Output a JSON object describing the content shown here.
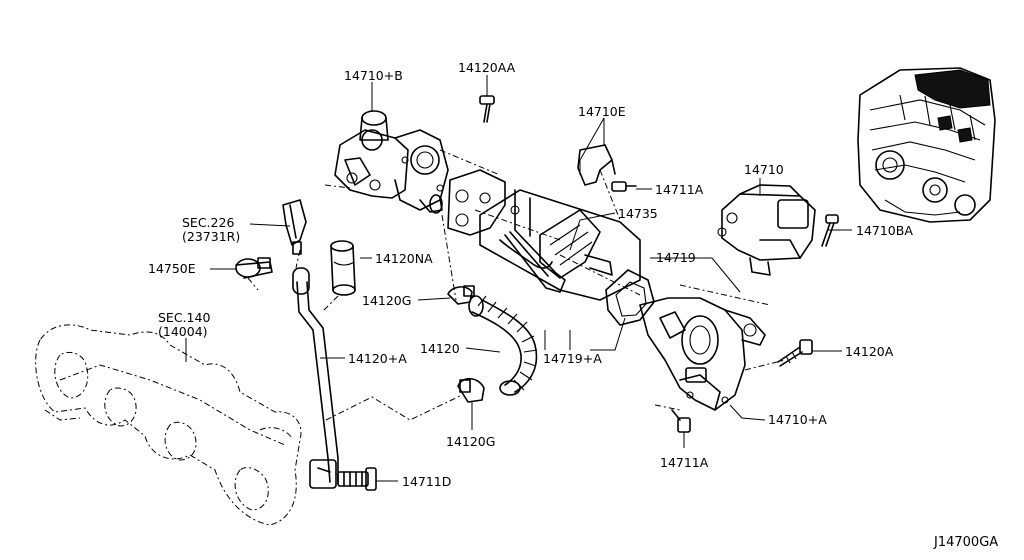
{
  "labels": {
    "p_14710B": "14710+B",
    "p_14120AA": "14120AA",
    "p_14710E": "14710E",
    "p_14711A_top": "14711A",
    "p_14735": "14735",
    "p_14710": "14710",
    "p_14710BA": "14710BA",
    "p_sec226": "SEC.226",
    "p_23731R": "(23731R)",
    "p_14120NA": "14120NA",
    "p_14750E": "14750E",
    "p_14719": "14719",
    "p_14120G_top": "14120G",
    "p_sec140": "SEC.140",
    "p_14004": "(14004)",
    "p_14120": "14120",
    "p_14120A_left": "14120+A",
    "p_14719A": "14719+A",
    "p_14120A_right": "14120A",
    "p_14710A": "14710+A",
    "p_14120G_bottom": "14120G",
    "p_14711A_bottom": "14711A",
    "p_14711D": "14711D"
  },
  "diagram_code": "J14700GA"
}
